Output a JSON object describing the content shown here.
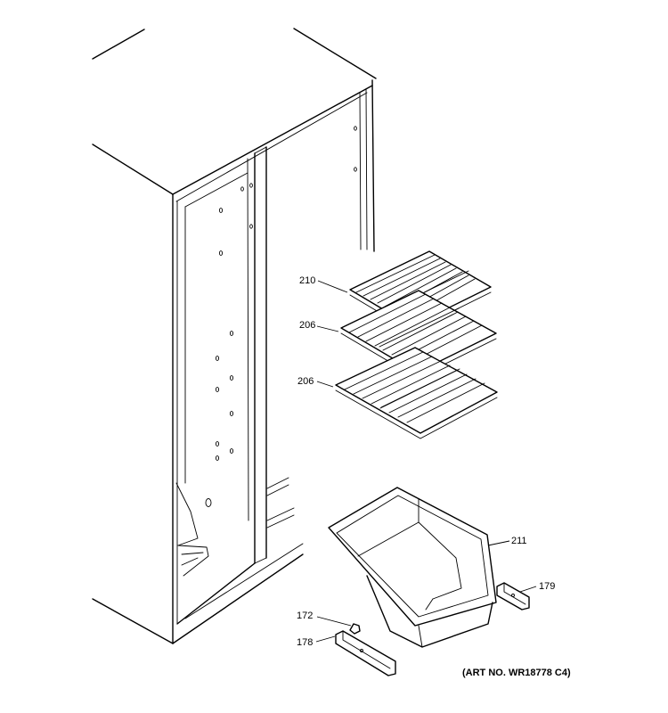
{
  "callouts": {
    "shelf_top": "210",
    "shelf_mid": "206",
    "shelf_low": "206",
    "ice_bucket": "211",
    "bracket_right": "179",
    "screw": "172",
    "bracket_left": "178"
  },
  "art_number": "(ART NO. WR18778 C4)"
}
